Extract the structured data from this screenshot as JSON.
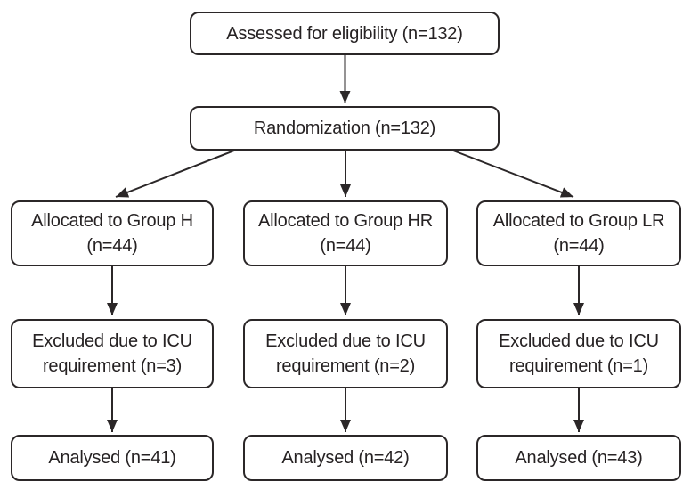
{
  "figure": {
    "type": "flowchart",
    "description": "Participant flow diagram (CONSORT-style) with randomization into three groups",
    "colors": {
      "background": "#ffffff",
      "box_fill": "#ffffff",
      "box_border": "#2b2728",
      "text": "#262223",
      "arrow": "#2b2728"
    },
    "nodes": {
      "assessed": {
        "label": "Assessed for eligibility (n=132)"
      },
      "randomization": {
        "label": "Randomization (n=132)"
      },
      "group_h": {
        "line1": "Allocated to Group H",
        "line2": "(n=44)"
      },
      "group_hr": {
        "line1": "Allocated to Group HR",
        "line2": "(n=44)"
      },
      "group_lr": {
        "line1": "Allocated to Group LR",
        "line2": "(n=44)"
      },
      "excluded_h": {
        "line1": "Excluded due to ICU",
        "line2": "requirement (n=3)"
      },
      "excluded_hr": {
        "line1": "Excluded due to ICU",
        "line2": "requirement (n=2)"
      },
      "excluded_lr": {
        "line1": "Excluded due to ICU",
        "line2": "requirement (n=1)"
      },
      "analysed_h": {
        "label": "Analysed (n=41)"
      },
      "analysed_hr": {
        "label": "Analysed (n=42)"
      },
      "analysed_lr": {
        "label": "Analysed (n=43)"
      }
    },
    "edges": [
      {
        "from": "assessed",
        "to": "randomization"
      },
      {
        "from": "randomization",
        "to": "group_h"
      },
      {
        "from": "randomization",
        "to": "group_hr"
      },
      {
        "from": "randomization",
        "to": "group_lr"
      },
      {
        "from": "group_h",
        "to": "excluded_h"
      },
      {
        "from": "group_hr",
        "to": "excluded_hr"
      },
      {
        "from": "group_lr",
        "to": "excluded_lr"
      },
      {
        "from": "excluded_h",
        "to": "analysed_h"
      },
      {
        "from": "excluded_hr",
        "to": "analysed_hr"
      },
      {
        "from": "excluded_lr",
        "to": "analysed_lr"
      }
    ]
  }
}
